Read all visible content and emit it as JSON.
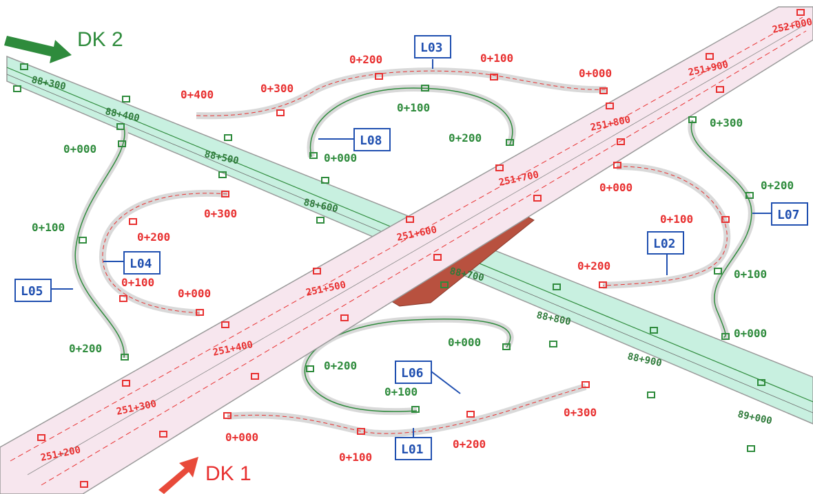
{
  "colors": {
    "dk1_road": "#f7e6ee",
    "dk2_road": "#c8f0e0",
    "red_text": "#e83030",
    "green_text": "#2e8b3c",
    "label_blue": "#1f4fb0",
    "bridge": "#b8513f",
    "edge": "#8f8f8f"
  },
  "directions": {
    "dk1": "DK 1",
    "dk2": "DK 2"
  },
  "labels": {
    "l01": "L01",
    "l02": "L02",
    "l03": "L03",
    "l04": "L04",
    "l05": "L05",
    "l06": "L06",
    "l07": "L07",
    "l08": "L08"
  },
  "chainage_dk1": {
    "c2512": "251+200",
    "c2513": "251+300",
    "c2514": "251+400",
    "c2515": "251+500",
    "c2516": "251+600",
    "c2517": "251+700",
    "c2518": "251+800",
    "c2519": "251+900",
    "c2520": "252+000"
  },
  "chainage_dk2": {
    "c883": "88+300",
    "c884": "88+400",
    "c885": "88+500",
    "c886": "88+600",
    "c887": "88+700",
    "c888": "88+800",
    "c889": "88+900",
    "c890": "89+000"
  },
  "ramp_marks": {
    "l03_0400": "0+400",
    "l03_0300": "0+300",
    "l03_0200": "0+200",
    "l03_0100": "0+100",
    "l03_0000": "0+000",
    "l08_0100": "0+100",
    "l08_0200": "0+200",
    "l08_0000": "0+000",
    "l05_0000": "0+000",
    "l05_0100": "0+100",
    "l05_0200": "0+200",
    "l04_0300": "0+300",
    "l04_0200": "0+200",
    "l04_0100": "0+100",
    "l04_0000": "0+000",
    "l07_0300": "0+300",
    "l07_0200": "0+200",
    "l07_0100": "0+100",
    "l07_0000": "0+000",
    "l02_0000": "0+000",
    "l02_0100": "0+100",
    "l02_0200": "0+200",
    "l06_0000": "0+000",
    "l06_0200": "0+200",
    "l06_0100": "0+100",
    "l01_0300": "0+300",
    "l01_0200": "0+200",
    "l01_0100": "0+100",
    "l01_0000": "0+000"
  }
}
